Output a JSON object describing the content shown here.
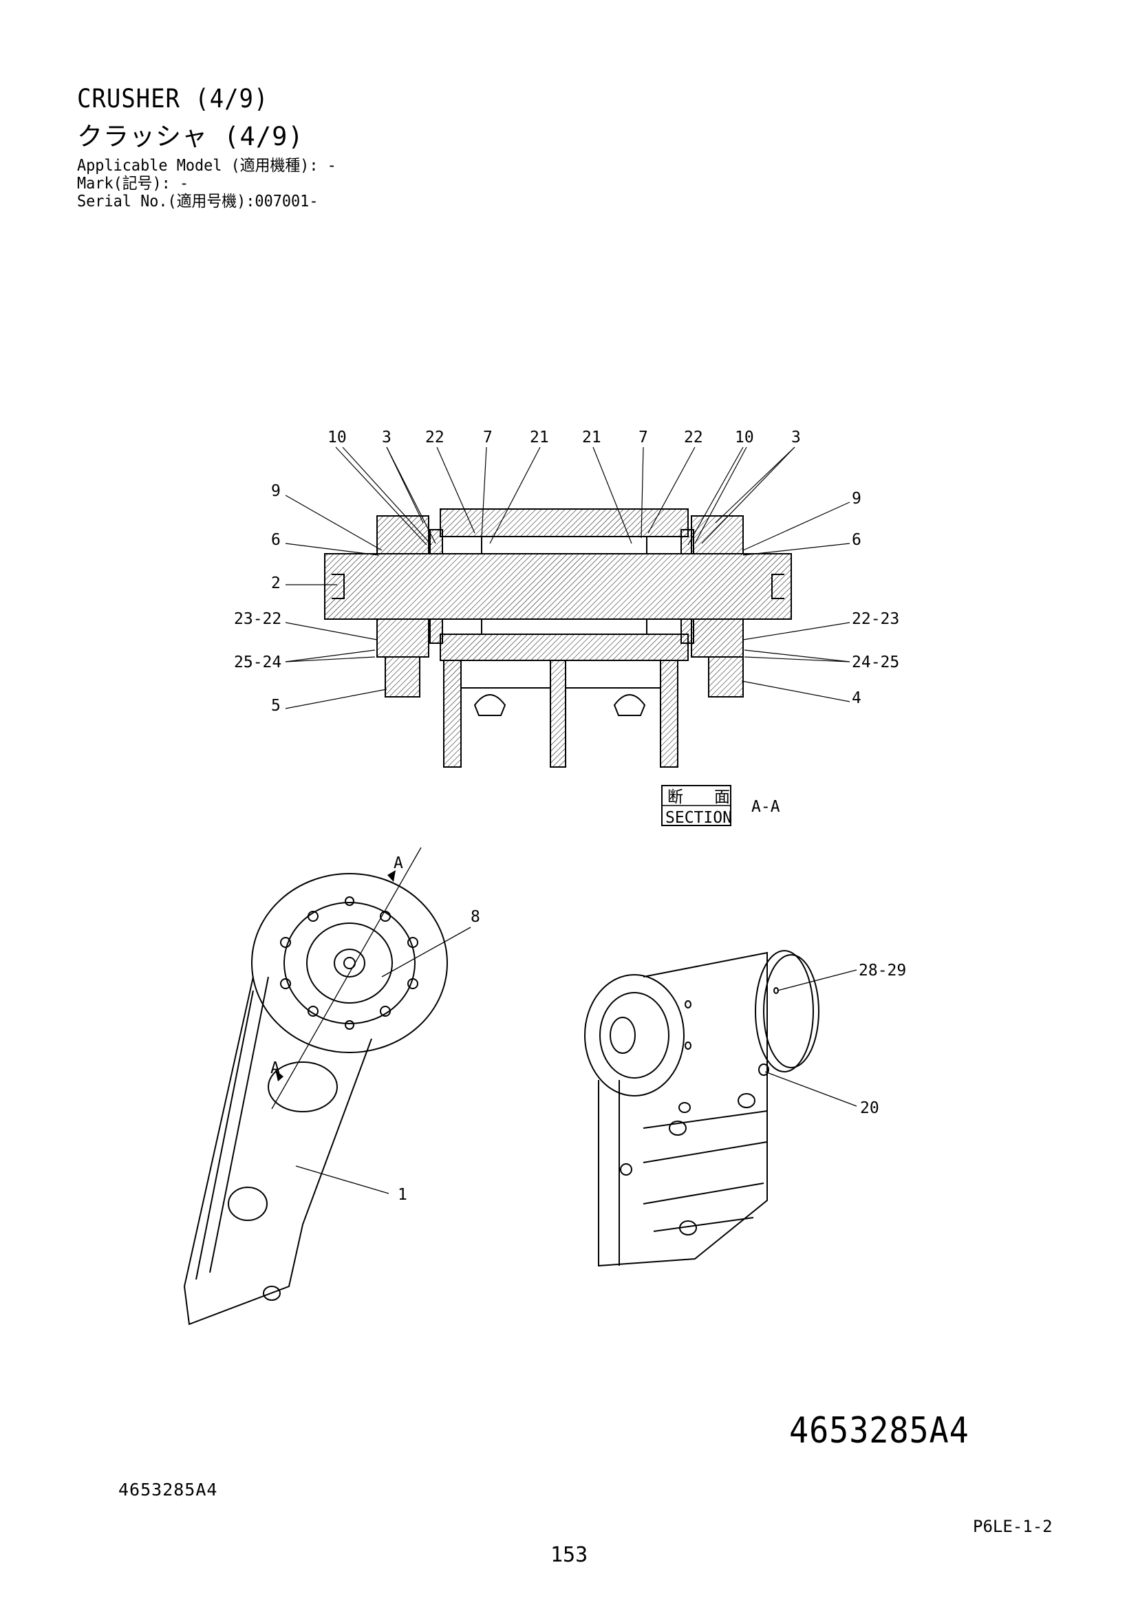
{
  "header": {
    "title_en": "CRUSHER (4/9)",
    "title_jp": "クラッシャ (4/9)",
    "applicable_model": "Applicable Model (適用機種): -",
    "mark": "Mark(記号): -",
    "serial": "Serial No.(適用号機):007001-"
  },
  "section_box": {
    "jp_left": "断",
    "jp_right": "面",
    "en": "SECTION",
    "suffix": "A-A"
  },
  "section_marks": {
    "top": "A",
    "bottom": "A"
  },
  "callouts": {
    "top_row": [
      "10",
      "3",
      "22",
      "7",
      "21",
      "21",
      "7",
      "22",
      "10",
      "3"
    ],
    "left": [
      "9",
      "6",
      "2",
      "23-22",
      "25-24",
      "5"
    ],
    "right": [
      "9",
      "6",
      "22-23",
      "24-25",
      "4"
    ],
    "lower_left": [
      "8",
      "1"
    ],
    "lower_right": [
      "28-29",
      "20"
    ]
  },
  "footer": {
    "drawing_code_large": "4653285A4",
    "drawing_code_small": "4653285A4",
    "page_code": "P6LE-1-2",
    "page_number": "153"
  }
}
